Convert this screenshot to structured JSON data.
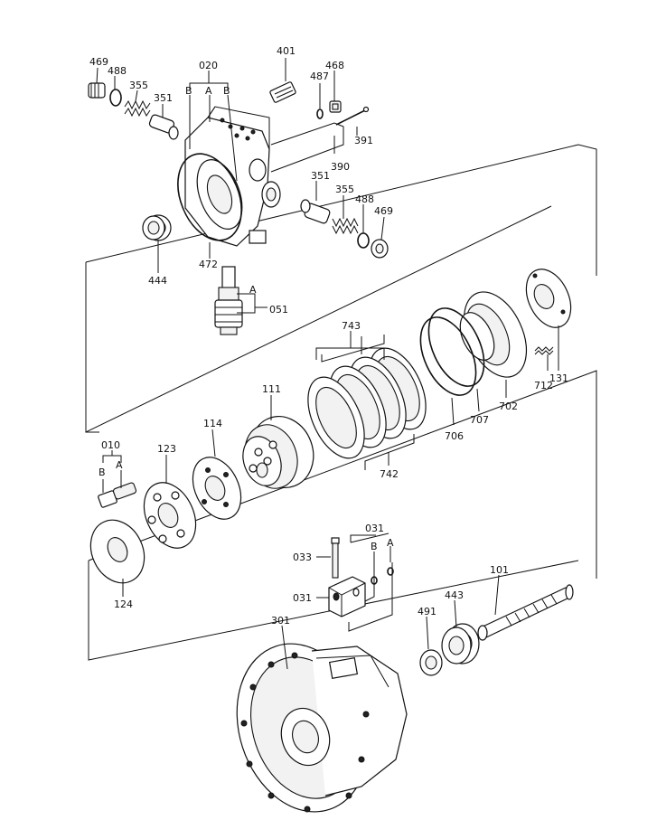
{
  "labels": {
    "p469a": "469",
    "p488a": "488",
    "p355a": "355",
    "p351a": "351",
    "p020": "020",
    "p020B1": "B",
    "p020A": "A",
    "p020B2": "B",
    "p401": "401",
    "p487": "487",
    "p468": "468",
    "p391": "391",
    "p390": "390",
    "p351b": "351",
    "p355b": "355",
    "p488b": "488",
    "p469b": "469",
    "p444": "444",
    "p472": "472",
    "p051A": "A",
    "p051": "051",
    "p743": "743",
    "p131": "131",
    "p712": "712",
    "p702": "702",
    "p707": "707",
    "p706": "706",
    "p742": "742",
    "p111": "111",
    "p114": "114",
    "p123": "123",
    "p010": "010",
    "p010B": "B",
    "p010A": "A",
    "p124": "124",
    "p031a": "031",
    "p031B": "B",
    "p031A": "A",
    "p033": "033",
    "p031b": "031",
    "p101": "101",
    "p443": "443",
    "p491": "491",
    "p301": "301"
  }
}
